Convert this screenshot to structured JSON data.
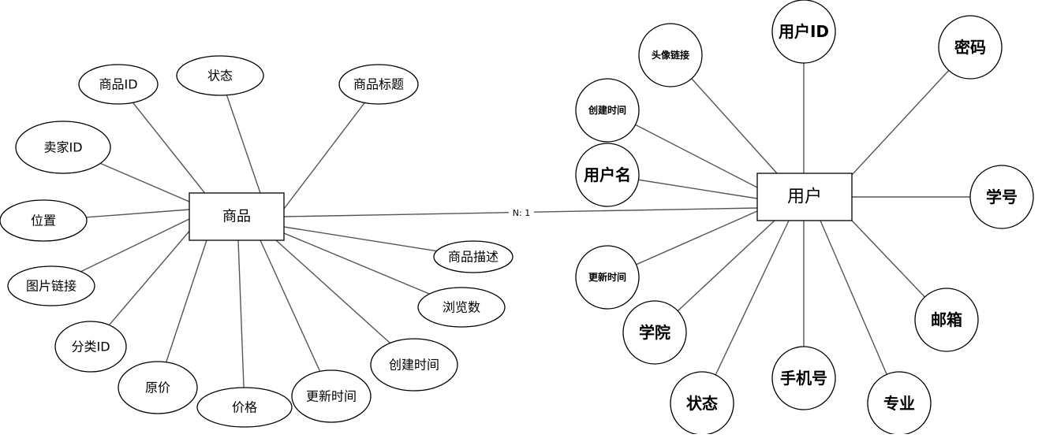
{
  "relationship": {
    "label": "N: 1"
  },
  "entities": {
    "product": {
      "name": "商品",
      "attributes": [
        "商品ID",
        "状态",
        "商品标题",
        "卖家ID",
        "位置",
        "图片链接",
        "分类ID",
        "原价",
        "价格",
        "更新时间",
        "创建时间",
        "浏览数",
        "商品描述"
      ]
    },
    "user": {
      "name": "用户",
      "attributes": [
        "头像链接",
        "用户ID",
        "密码",
        "创建时间",
        "用户名",
        "学号",
        "更新时间",
        "邮箱",
        "学院",
        "手机号",
        "状态",
        "专业"
      ]
    }
  }
}
